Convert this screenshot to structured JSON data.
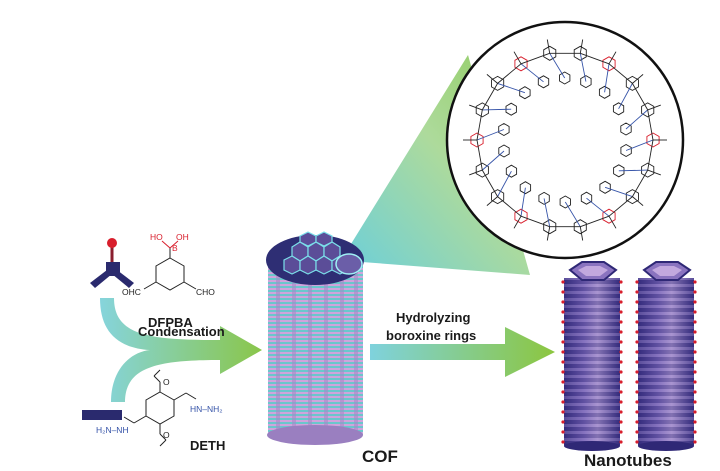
{
  "labels": {
    "dfpba": "DFPBA",
    "deth": "DETH",
    "cof": "COF",
    "nanotubes": "Nanotubes",
    "condensation": "Condensation",
    "hydrolyzing_line1": "Hydrolyzing",
    "hydrolyzing_line2": "boroxine rings"
  },
  "chem_text": {
    "ho": "HO",
    "oh": "OH",
    "b": "B",
    "cho_left": "OHC",
    "cho_right": "CHO",
    "nh_nh2_top": "HN–NH₂",
    "h2n_nh": "H₂N–NH",
    "o_top": "O",
    "o_bottom": "O"
  },
  "colors": {
    "boron_red": "#d81e2c",
    "navy": "#2a2a6e",
    "teal_arrow": "#7fd6dc",
    "green_arrow": "#8cc63f",
    "cof_pink": "#c79ad6",
    "cof_cyan": "#5fc2c8",
    "nanotube_purple": "#3c2f86"
  },
  "icons": [
    "dfpba-tripod-icon",
    "deth-linker-icon",
    "cof-cylinder-icon",
    "nanotube-icon",
    "cof-pore-structure-icon"
  ]
}
